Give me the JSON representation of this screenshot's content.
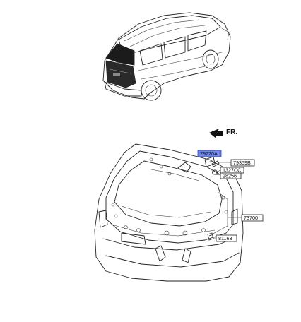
{
  "direction": {
    "label": "FR."
  },
  "parts": [
    {
      "id": "part-79770A",
      "number": "79770A",
      "highlighted": true
    },
    {
      "id": "part-79359B",
      "number": "79359B",
      "highlighted": false
    },
    {
      "id": "part-1327CC",
      "number": "1327CC",
      "highlighted": false
    },
    {
      "id": "part-28256",
      "number": "28256",
      "highlighted": false
    },
    {
      "id": "part-73700",
      "number": "73700",
      "highlighted": false
    },
    {
      "id": "part-81163",
      "number": "81163",
      "highlighted": false
    }
  ],
  "colors": {
    "highlight": "#6f86e8",
    "line": "#222222"
  }
}
